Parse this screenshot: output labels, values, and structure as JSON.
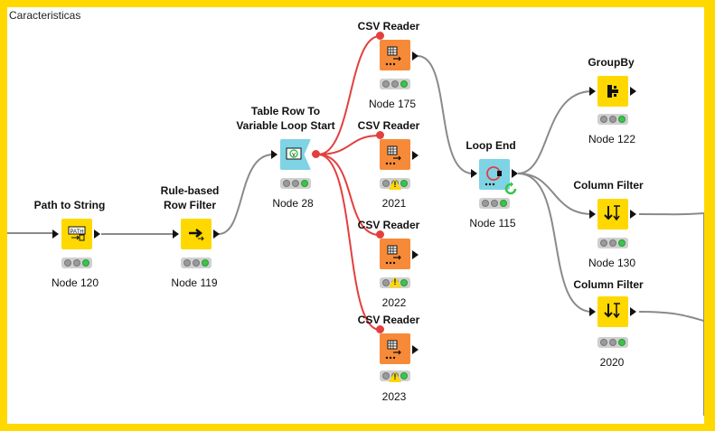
{
  "workflow": {
    "annotation_title": "Caracteristicas"
  },
  "nodes": {
    "path_to_string": {
      "title": "Path to String",
      "label": "Node 120"
    },
    "rule_filter": {
      "title_line1": "Rule-based",
      "title_line2": "Row Filter",
      "label": "Node 119"
    },
    "loop_start": {
      "title_line1": "Table Row To",
      "title_line2": "Variable Loop Start",
      "label": "Node 28"
    },
    "csv1": {
      "title": "CSV Reader",
      "label": "Node 175"
    },
    "csv2": {
      "title": "CSV Reader",
      "label": "2021"
    },
    "csv3": {
      "title": "CSV Reader",
      "label": "2022"
    },
    "csv4": {
      "title": "CSV Reader",
      "label": "2023"
    },
    "loop_end": {
      "title": "Loop End",
      "label": "Node 115"
    },
    "groupby": {
      "title": "GroupBy",
      "label": "Node 122"
    },
    "colfilter1": {
      "title": "Column Filter",
      "label": "Node 130"
    },
    "colfilter2": {
      "title": "Column Filter",
      "label": "2020"
    }
  },
  "colors": {
    "annotation_border": "#ffd800",
    "manipulator_node": "#ffd800",
    "source_node": "#f78a38",
    "loop_node": "#7ed3e4",
    "variable_connection": "#e43f3f",
    "data_connection": "#8a8a8a",
    "status_ok": "#3cc44a"
  }
}
